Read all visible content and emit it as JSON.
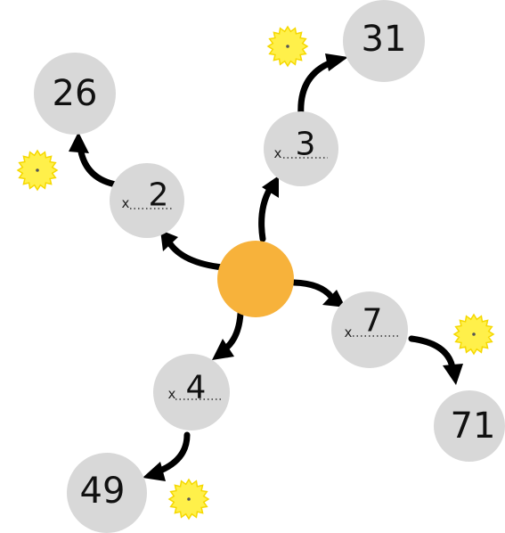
{
  "center": {},
  "multipliers": [
    {
      "label": "x",
      "value": "2"
    },
    {
      "label": "x",
      "value": "3"
    },
    {
      "label": "x",
      "value": "7"
    },
    {
      "label": "x",
      "value": "4"
    }
  ],
  "results": [
    {
      "value": "26"
    },
    {
      "value": "31"
    },
    {
      "value": "71"
    },
    {
      "value": "49"
    }
  ],
  "icons": {
    "sun": "sun-icon"
  },
  "colors": {
    "center": "#f7b23b",
    "node": "#d8d8d8",
    "arrow": "#000000",
    "sun": "#fff04a"
  }
}
